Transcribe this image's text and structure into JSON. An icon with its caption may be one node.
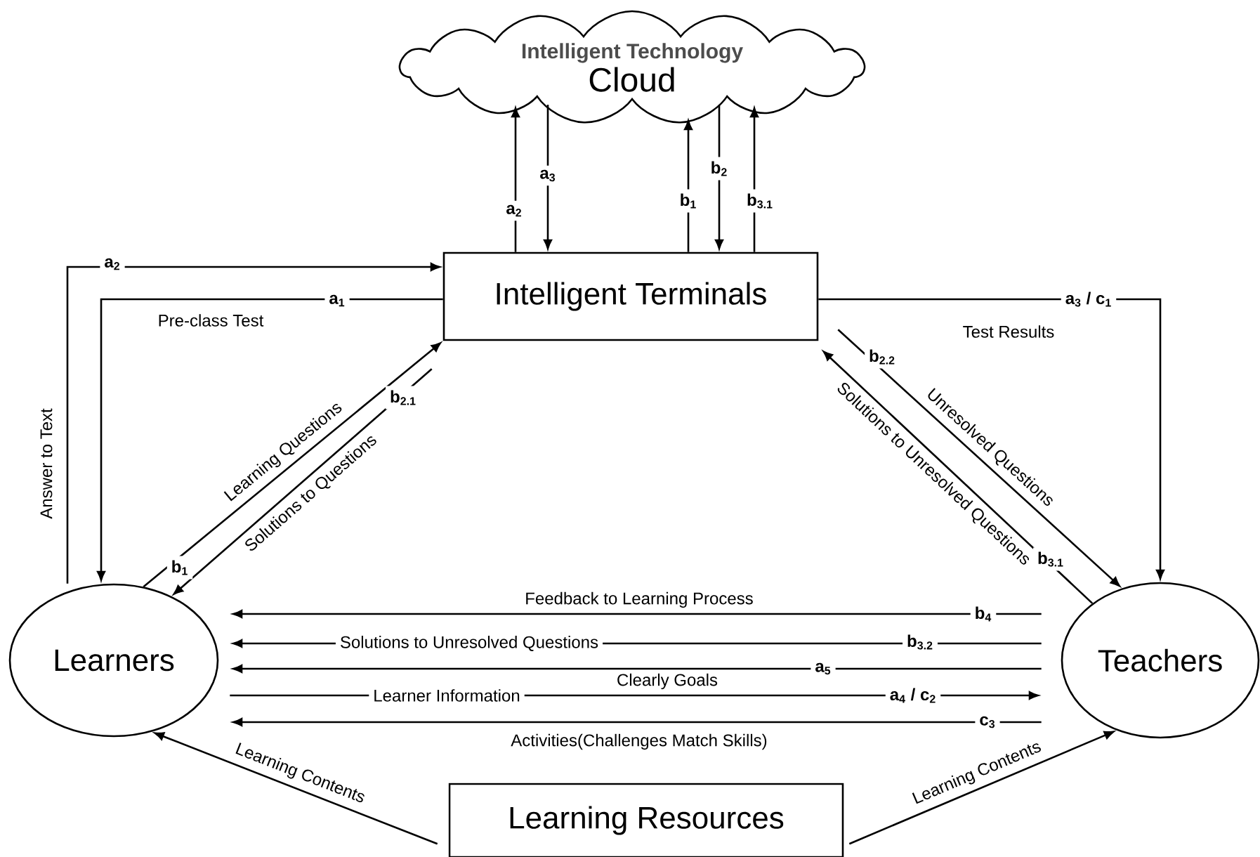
{
  "diagram": {
    "nodes": [
      {
        "text": [
          "Intelligent Technology",
          "Cloud"
        ]
      },
      {
        "text": [
          "Intelligent Terminals"
        ]
      },
      {
        "text": [
          "Learners"
        ]
      },
      {
        "text": [
          "Teachers"
        ]
      },
      {
        "text": [
          "Learning Resources"
        ]
      }
    ],
    "edges": [
      {
        "from": 1,
        "to": 0,
        "arrow": "to"
      },
      {
        "from": 0,
        "to": 1,
        "arrow": "to"
      },
      {
        "from": 1,
        "to": 0,
        "arrow": "to"
      },
      {
        "from": 0,
        "to": 1,
        "arrow": "to"
      },
      {
        "from": 1,
        "to": 0,
        "arrow": "to"
      },
      {
        "from": 2,
        "to": 1,
        "arrow": "to",
        "label": "Answer to Text"
      },
      {
        "from": 1,
        "to": 2,
        "arrow": "to",
        "label": "Pre-class Test"
      },
      {
        "from": 2,
        "to": 1,
        "arrow": "to",
        "label": "Learning Questions"
      },
      {
        "from": 1,
        "to": 2,
        "arrow": "to",
        "label": "Solutions to Questions"
      },
      {
        "from": 1,
        "to": 3,
        "arrow": "to",
        "label": "Test Results"
      },
      {
        "from": 1,
        "to": 3,
        "arrow": "to",
        "label": "Unresolved Questions"
      },
      {
        "from": 3,
        "to": 1,
        "arrow": "to",
        "label": "Solutions to Unresolved Questions"
      },
      {
        "from": 3,
        "to": 2,
        "arrow": "to",
        "label": "Feedback to Learning Process"
      },
      {
        "from": 3,
        "to": 2,
        "arrow": "to",
        "label": "Solutions to Unresolved Questions"
      },
      {
        "from": 3,
        "to": 2,
        "arrow": "to",
        "label": "Clearly Goals"
      },
      {
        "from": 2,
        "to": 3,
        "arrow": "to",
        "label": "Learner Information"
      },
      {
        "from": 3,
        "to": 2,
        "arrow": "to",
        "label": "Activities(Challenges Match Skills)"
      },
      {
        "from": 4,
        "to": 2,
        "arrow": "to",
        "label": "Learning Contents"
      },
      {
        "from": 4,
        "to": 3,
        "arrow": "to",
        "label": "Learning Contents"
      }
    ],
    "labels": [
      "a$_{2}$",
      "a$_{3}$",
      "b$_{1}$",
      "b$_{2}$",
      "b$_{3.1}$",
      "a$_{2}$",
      "a$_{1}$",
      "b$_{1}$",
      "b$_{2.1}$",
      "a$_{3}$ / c$_{1}$",
      "b$_{2.2}$",
      "b$_{3.1}$",
      "b$_{4}$",
      "b$_{3.2}$",
      "a$_{5}$",
      "a$_{4}$ / c$_{2}$",
      "c$_{3}$"
    ]
  }
}
